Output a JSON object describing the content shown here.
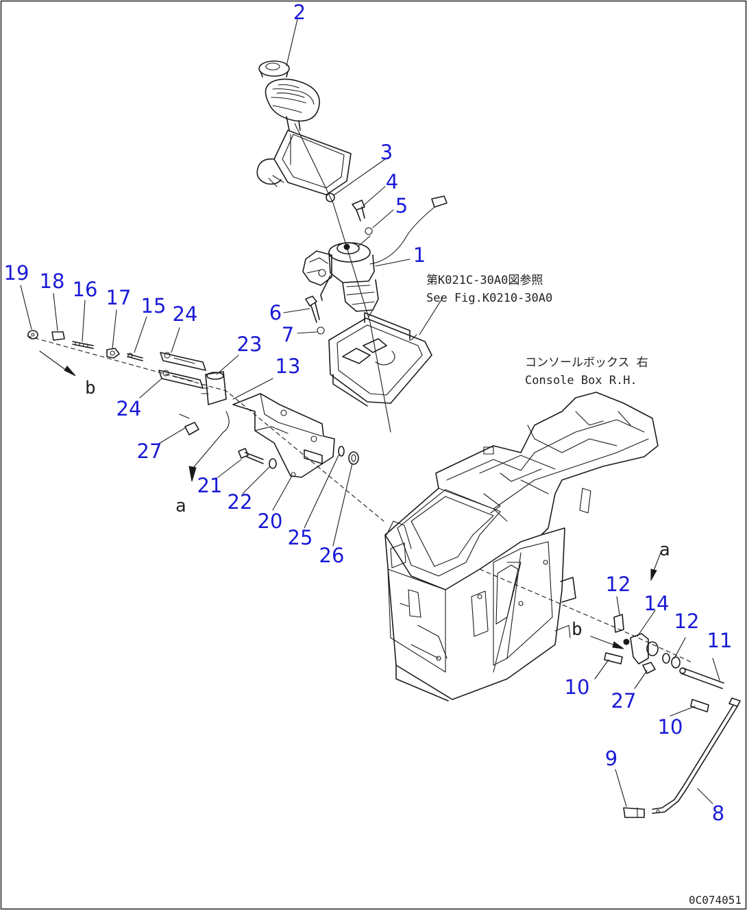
{
  "diagram": {
    "callouts": [
      "2",
      "3",
      "4",
      "5",
      "1",
      "6",
      "7",
      "19",
      "18",
      "16",
      "17",
      "15",
      "24",
      "23",
      "13",
      "24",
      "27",
      "21",
      "22",
      "20",
      "25",
      "26",
      "12",
      "14",
      "12",
      "11",
      "10",
      "27",
      "10",
      "9",
      "8"
    ],
    "reference_note_jp": "第K021C-30A0図参照",
    "reference_note_en": "See Fig.K0210-30A0",
    "console_label_jp": "コンソールボックス 右",
    "console_label_en": "Console Box R.H.",
    "view_letters": [
      "b",
      "a",
      "a",
      "b"
    ],
    "drawing_code": "0C074051"
  }
}
